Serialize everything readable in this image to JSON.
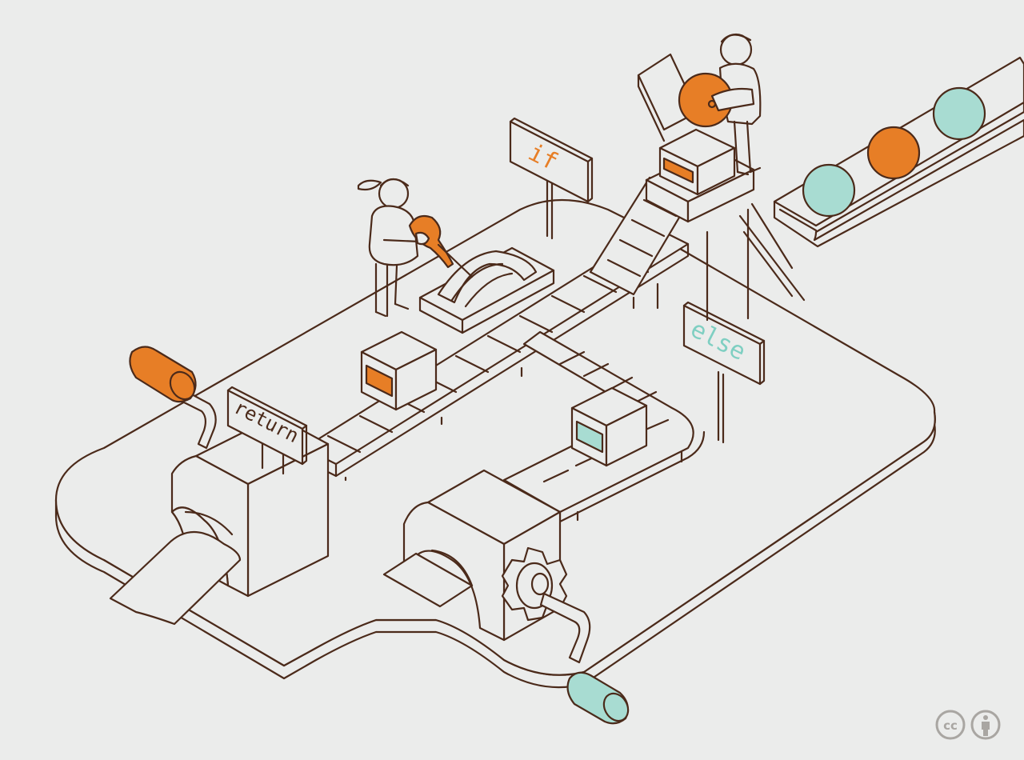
{
  "signs": {
    "if": "if",
    "else": "else",
    "return": "return"
  },
  "license": {
    "cc_label": "cc",
    "attribution_label": "BY"
  },
  "colors": {
    "background": "#ebeceb",
    "line": "#4b2a1a",
    "accent_orange": "#e77e26",
    "accent_teal": "#a8dcd2"
  }
}
